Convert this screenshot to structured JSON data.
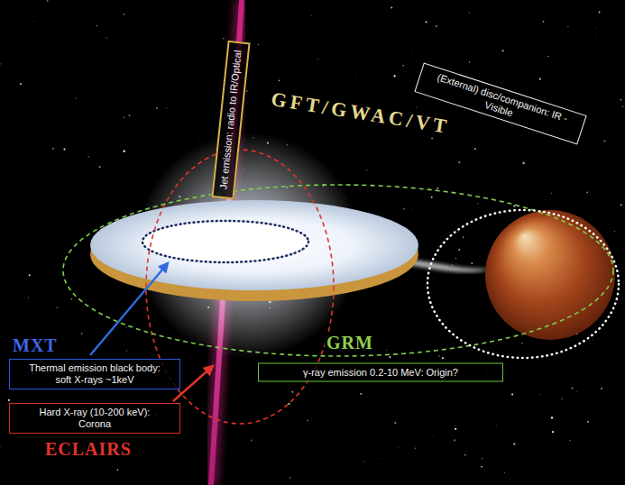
{
  "diagram": {
    "nodes": [
      {
        "text": [
          "Jet emission: radio to IR/Optical"
        ]
      },
      {
        "text": [
          "(External) disc/companion: IR - Visible"
        ]
      },
      {
        "text": [
          "Thermal emission black body: soft X-rays ~1keV"
        ]
      },
      {
        "text": [
          "Hard X-ray (10-200 keV): Corona"
        ]
      },
      {
        "text": [
          "γ-ray emission 0.2-10 MeV: Origin?"
        ]
      }
    ],
    "labels": [
      "GFT/GWAC/VT",
      "MXT",
      "GRM",
      "ECLAIRS"
    ]
  }
}
